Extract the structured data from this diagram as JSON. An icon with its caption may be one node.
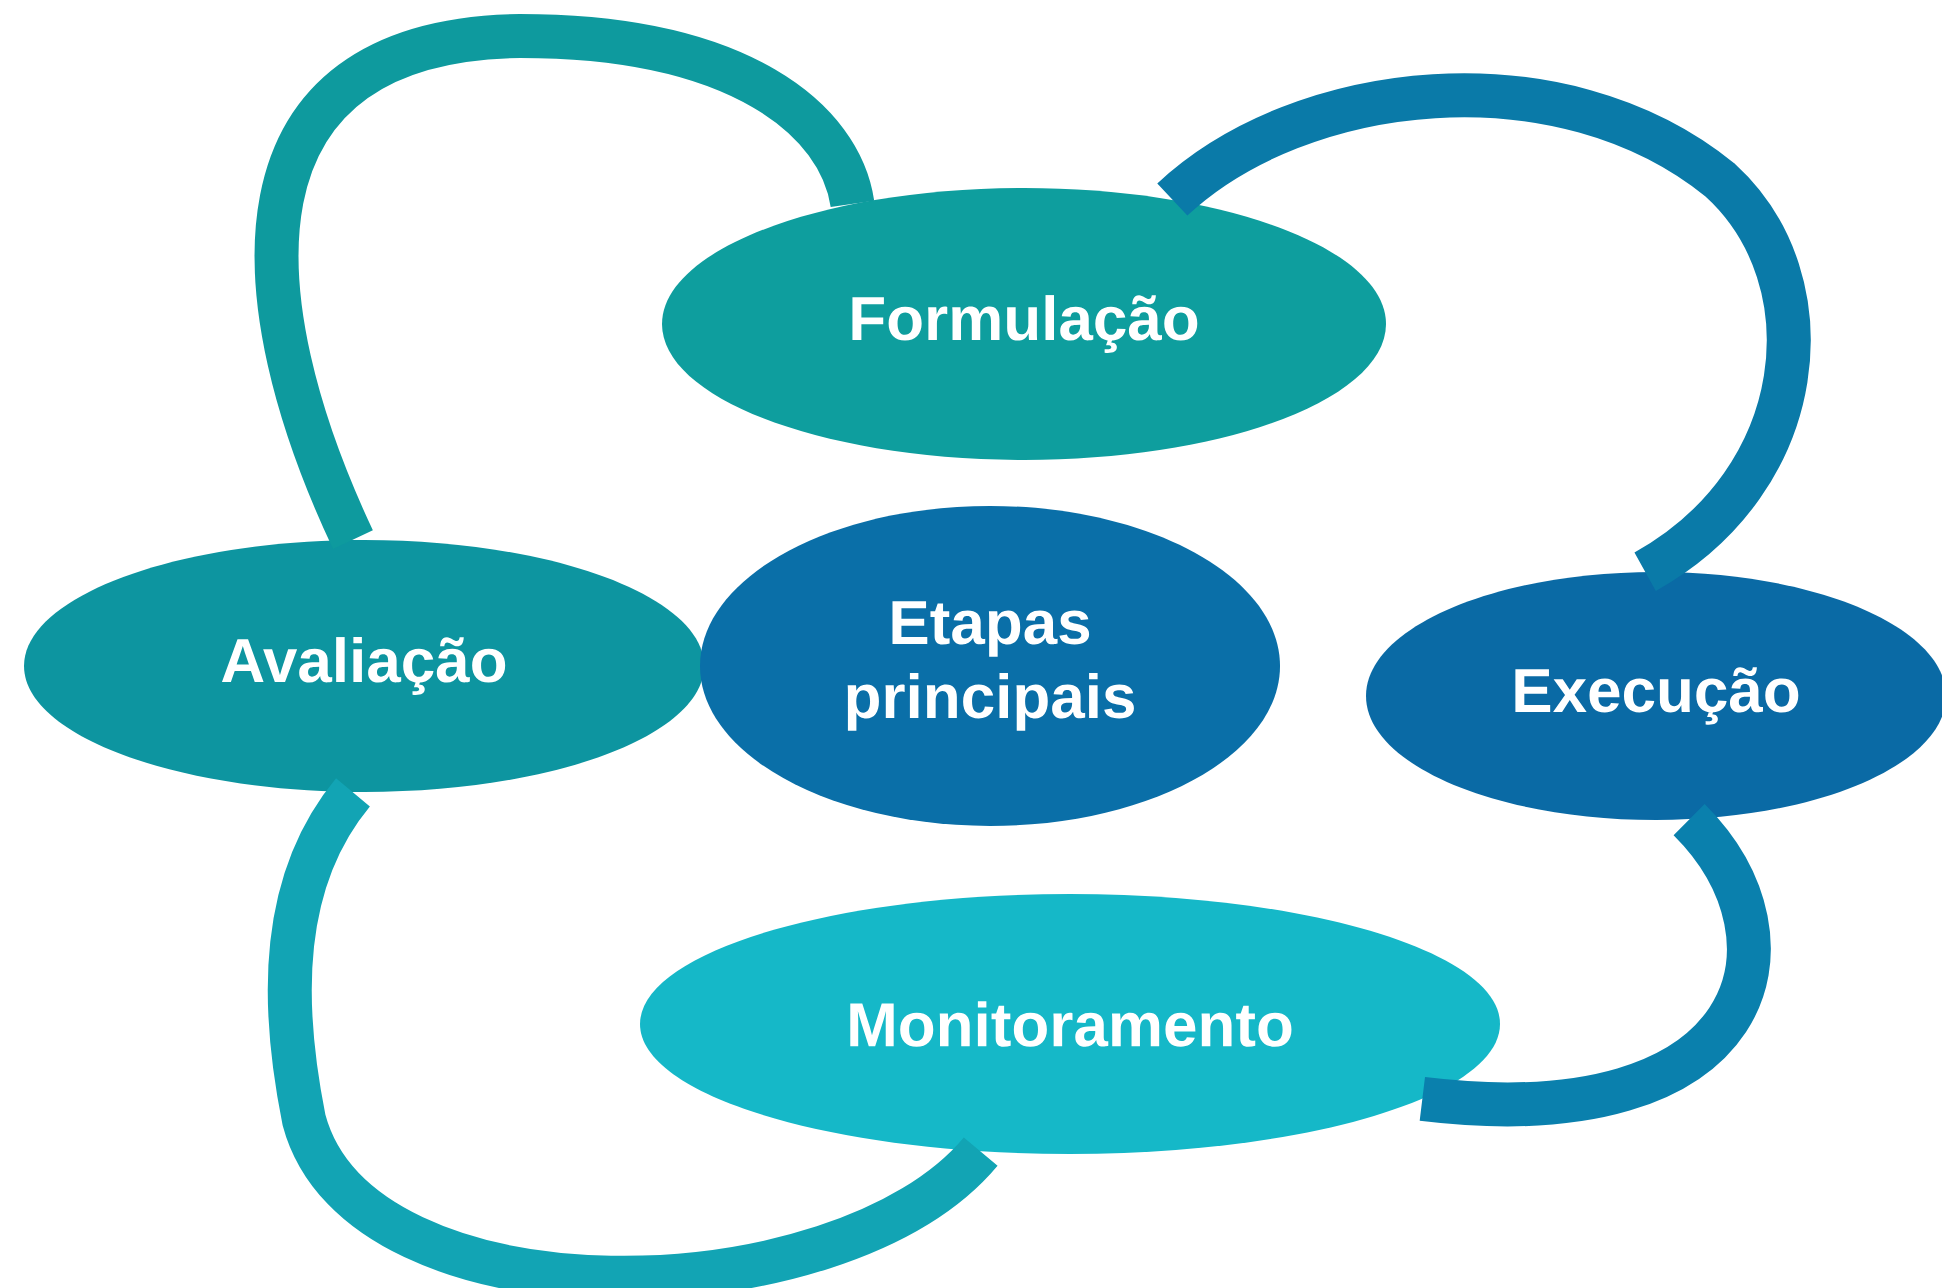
{
  "diagram": {
    "nodes": [
      {
        "text": [
          "Formulação"
        ]
      },
      {
        "text": [
          "Avaliação"
        ]
      },
      {
        "text": [
          "Etapas principais"
        ]
      },
      {
        "text": [
          "Execução"
        ]
      },
      {
        "text": [
          "Monitoramento"
        ]
      }
    ],
    "edges": [
      {
        "from": 1,
        "to": 0,
        "arrow": "none",
        "color": "#0e9a9e"
      },
      {
        "from": 0,
        "to": 3,
        "arrow": "none",
        "color": "#0a7aa8"
      },
      {
        "from": 3,
        "to": 4,
        "arrow": "none",
        "color": "#0a80ad"
      },
      {
        "from": 4,
        "to": 1,
        "arrow": "none",
        "color": "#12a4b4"
      }
    ]
  }
}
